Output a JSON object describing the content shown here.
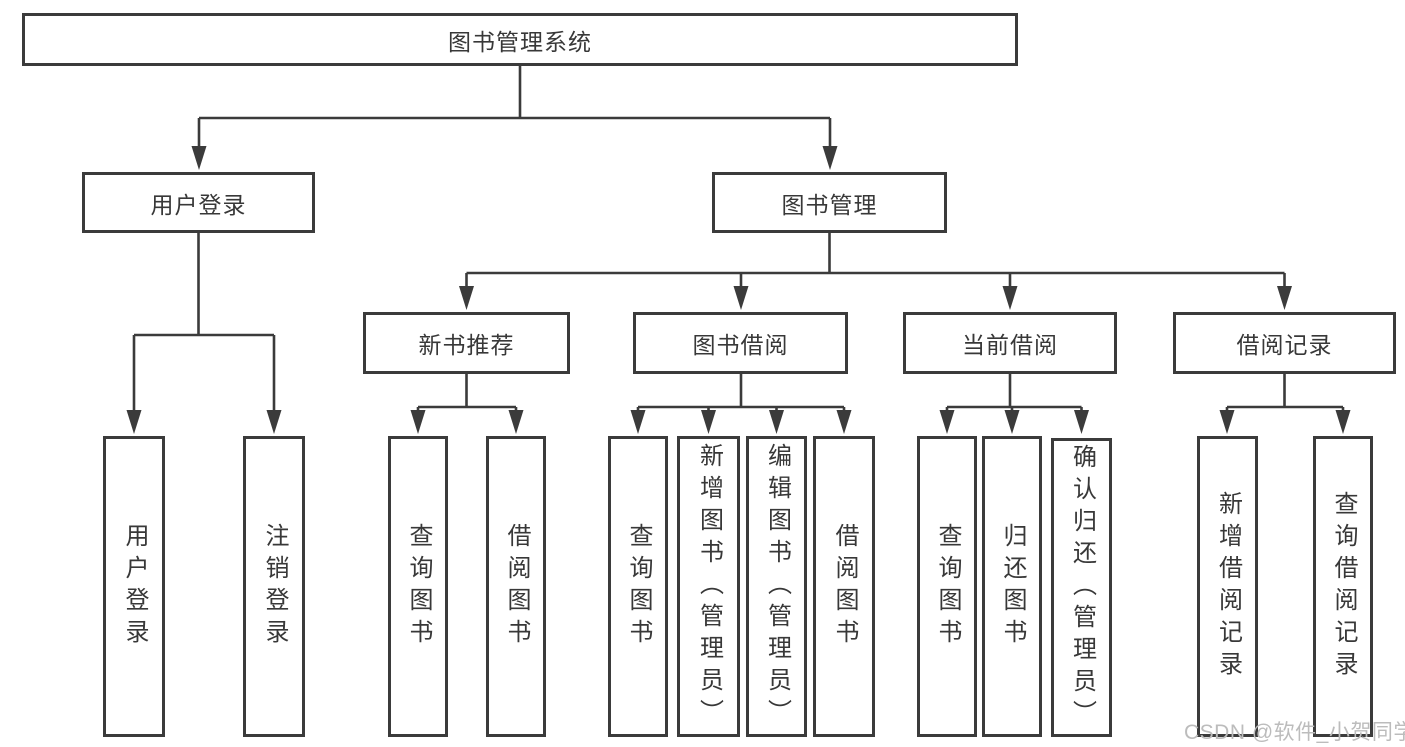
{
  "diagram": {
    "title": "图书管理系统",
    "level2": {
      "user_login": "用户登录",
      "book_mgmt": "图书管理"
    },
    "level3": {
      "new_book_rec": "新书推荐",
      "book_borrow": "图书借阅",
      "current_borrow": "当前借阅",
      "borrow_records": "借阅记录"
    },
    "leaves": {
      "user_login": "用户登录",
      "logout": "注销登录",
      "rec_query_books": "查询图书",
      "rec_borrow_books": "借阅图书",
      "bb_query_books": "查询图书",
      "bb_add_books": "新增图书（管理员）",
      "bb_edit_books": "编辑图书（管理员）",
      "bb_borrow_books": "借阅图书",
      "cb_query_books": "查询图书",
      "cb_return_books": "归还图书",
      "cb_confirm_return": "确认归还（管理员）",
      "br_add_record": "新增借阅记录",
      "br_query_record": "查询借阅记录"
    }
  },
  "watermark": "CSDN @软件_小贺同学",
  "colors": {
    "line": "#3b3b3b",
    "text": "#383838",
    "watermark": "#bcbcbc",
    "background": "#ffffff"
  }
}
